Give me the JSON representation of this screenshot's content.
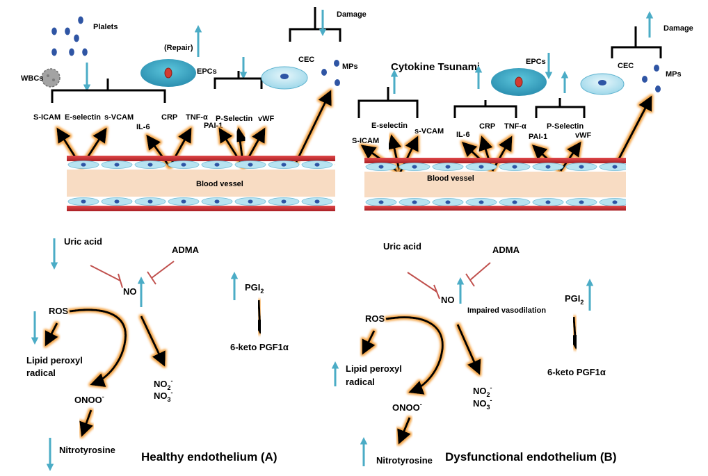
{
  "colors": {
    "indicator_arrow": "#4bacc6",
    "inhibition": "#c0504d",
    "vessel_wall": "#c0282c",
    "vessel_lumen": "#f8dcc3",
    "endothelial_cell": "#b7e3f1",
    "cell_nucleus": "#2e55a5",
    "epc_cell": "#32a3c0",
    "epc_nucleus": "#d23b30"
  },
  "icons": [
    "platelet-icon",
    "wbc-icon",
    "epc-cell-icon",
    "cec-cell-icon",
    "microparticle-icon",
    "endothelial-cell-icon",
    "up-arrow-icon",
    "down-arrow-icon",
    "inhibition-icon"
  ],
  "panel_a": {
    "caption": "Healthy endothelium (A)",
    "vessel_label": "Blood vessel",
    "platelets": "Plalets",
    "wbcs": "WBCs",
    "repair": "(Repair)",
    "epcs": "EPCs",
    "cec": "CEC",
    "mps": "MPs",
    "damage": "Damage",
    "s_icam": "S-ICAM",
    "e_selectin": "E-selectin",
    "s_vcam": "s-VCAM",
    "il6": "IL-6",
    "crp": "CRP",
    "tnf": "TNF-α",
    "p_selectin": "P-Selectin",
    "pai1": "PAI-1",
    "vwf": "vWF",
    "uric_acid": "Uric acid",
    "adma": "ADMA",
    "no": "NO",
    "ros": "ROS",
    "lipid1": "Lipid peroxyl",
    "lipid2": "radical",
    "onoo": "ONOO",
    "onoo_sup": "-",
    "nitrotyrosine": "Nitrotyrosine",
    "no2": "NO",
    "no2_sub": "2",
    "no2_sup": "-",
    "no3": "NO",
    "no3_sub": "3",
    "no3_sup": "-",
    "pgi": "PGI",
    "pgi_sub": "2",
    "keto": "6-keto PGF1α"
  },
  "panel_b": {
    "caption": "Dysfunctional endothelium (B)",
    "vessel_label": "Blood vessel",
    "cytokine": "Cytokine Tsunami",
    "epcs": "EPCs",
    "cec": "CEC",
    "mps": "MPs",
    "damage": "Damage",
    "e_selectin": "E-selectin",
    "s_icam": "S-ICAM",
    "s_vcam": "s-VCAM",
    "il6": "IL-6",
    "crp": "CRP",
    "tnf": "TNF-α",
    "pai1": "PAI-1",
    "p_selectin": "P-Selectin",
    "vwf": "vWF",
    "uric_acid": "Uric acid",
    "adma": "ADMA",
    "no": "NO",
    "impaired": "Impaired vasodilation",
    "ros": "ROS",
    "lipid1": "Lipid peroxyl",
    "lipid2": "radical",
    "onoo": "ONOO",
    "onoo_sup": "-",
    "nitrotyrosine": "Nitrotyrosine",
    "no2": "NO",
    "no2_sub": "2",
    "no2_sup": "-",
    "no3": "NO",
    "no3_sub": "3",
    "no3_sup": "-",
    "pgi": "PGI",
    "pgi_sub": "2",
    "keto": "6-keto PGF1α"
  }
}
